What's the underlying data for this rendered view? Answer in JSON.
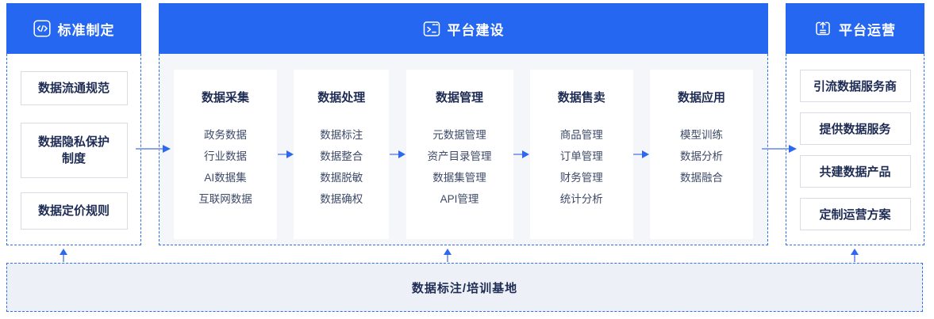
{
  "colors": {
    "header_blue": "#2667f1",
    "dashed_border_blue": "#2e6ff2",
    "arrow_head_blue": "#2e68ef",
    "arrow_stem_blue": "#8aa4ee",
    "title_navy": "#1e2c54",
    "item_gray_navy": "#3e4a68",
    "mid_panel_bg": "#f5f6fa",
    "bottom_panel_bg": "#eef0f7",
    "box_border_gray": "#d9dce4"
  },
  "icons": {
    "standards": "code-icon",
    "construction": "terminal-icon",
    "operation": "upload-icon"
  },
  "sections": {
    "standards": {
      "title": "标准制定",
      "items": [
        "数据流通规范",
        "数据隐私保护\n制度",
        "数据定价规则"
      ]
    },
    "platform_construction": {
      "title": "平台建设",
      "cards": [
        {
          "title": "数据采集",
          "items": [
            "政务数据",
            "行业数据",
            "AI数据集",
            "互联网数据"
          ]
        },
        {
          "title": "数据处理",
          "items": [
            "数据标注",
            "数据整合",
            "数据脱敏",
            "数据确权"
          ]
        },
        {
          "title": "数据管理",
          "items": [
            "元数据管理",
            "资产目录管理",
            "数据集管理",
            "API管理"
          ]
        },
        {
          "title": "数据售卖",
          "items": [
            "商品管理",
            "订单管理",
            "财务管理",
            "统计分析"
          ]
        },
        {
          "title": "数据应用",
          "items": [
            "模型训练",
            "数据分析",
            "数据融合"
          ]
        }
      ]
    },
    "platform_operation": {
      "title": "平台运营",
      "items": [
        "引流数据服务商",
        "提供数据服务",
        "共建数据产品",
        "定制运营方案"
      ]
    },
    "training_base": {
      "title": "数据标注/培训基地"
    }
  }
}
